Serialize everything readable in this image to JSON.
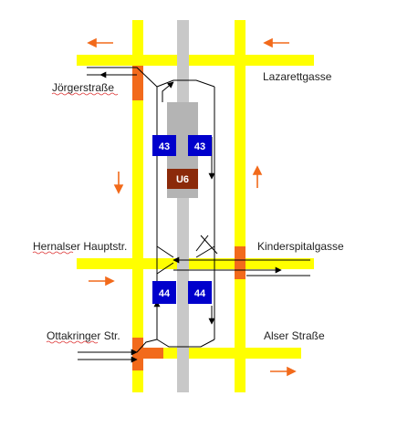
{
  "streets": {
    "joergerstrasse": "Jörgerstraße",
    "lazarettgasse": "Lazarettgasse",
    "hernalser": "Hernalser Hauptstr.",
    "kinderspitalgasse": "Kinderspitalgasse",
    "ottakringer": "Ottakringer Str.",
    "alser": "Alser Straße"
  },
  "lines": {
    "tram_43": "43",
    "tram_44": "44",
    "subway": "U6"
  },
  "colors": {
    "street": "#ffff00",
    "corner": "#f26a1b",
    "subway_track": "#c8c8c8",
    "station": "#b4b4b4",
    "tram_badge": "#0000cc",
    "u6_badge": "#8b2a0a",
    "arrow_orange": "#f26a1b",
    "track_line": "#000000"
  },
  "icons": {
    "direction_arrow": "orange-arrow-icon",
    "track_arrow": "black-arrowhead-icon"
  }
}
